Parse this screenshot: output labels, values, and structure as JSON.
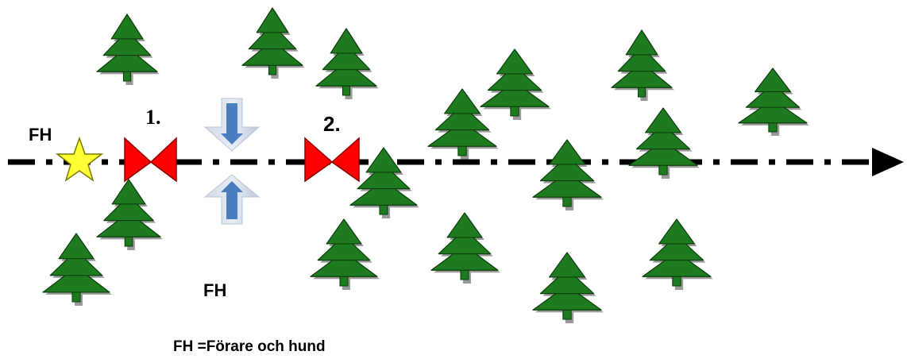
{
  "labels": {
    "fh_left": "FH",
    "marker_1": "1.",
    "marker_2": "2.",
    "fh_bottom": "FH",
    "legend": "FH =Förare och hund"
  },
  "colors": {
    "tree_fill": "#1e7a1e",
    "tree_stroke": "#0a3d0a",
    "flag_fill": "#ff0000",
    "star_fill": "#ffff33",
    "arrow_fill": "#4a7fbf",
    "path_line": "#000000"
  },
  "icons": {
    "tree": "pine-tree-icon",
    "star": "start-star-icon",
    "flag": "red-bowtie-flag-icon",
    "arrow_down": "arrow-down-icon",
    "arrow_up": "arrow-up-icon",
    "path_arrow": "arrowhead-right-icon"
  }
}
